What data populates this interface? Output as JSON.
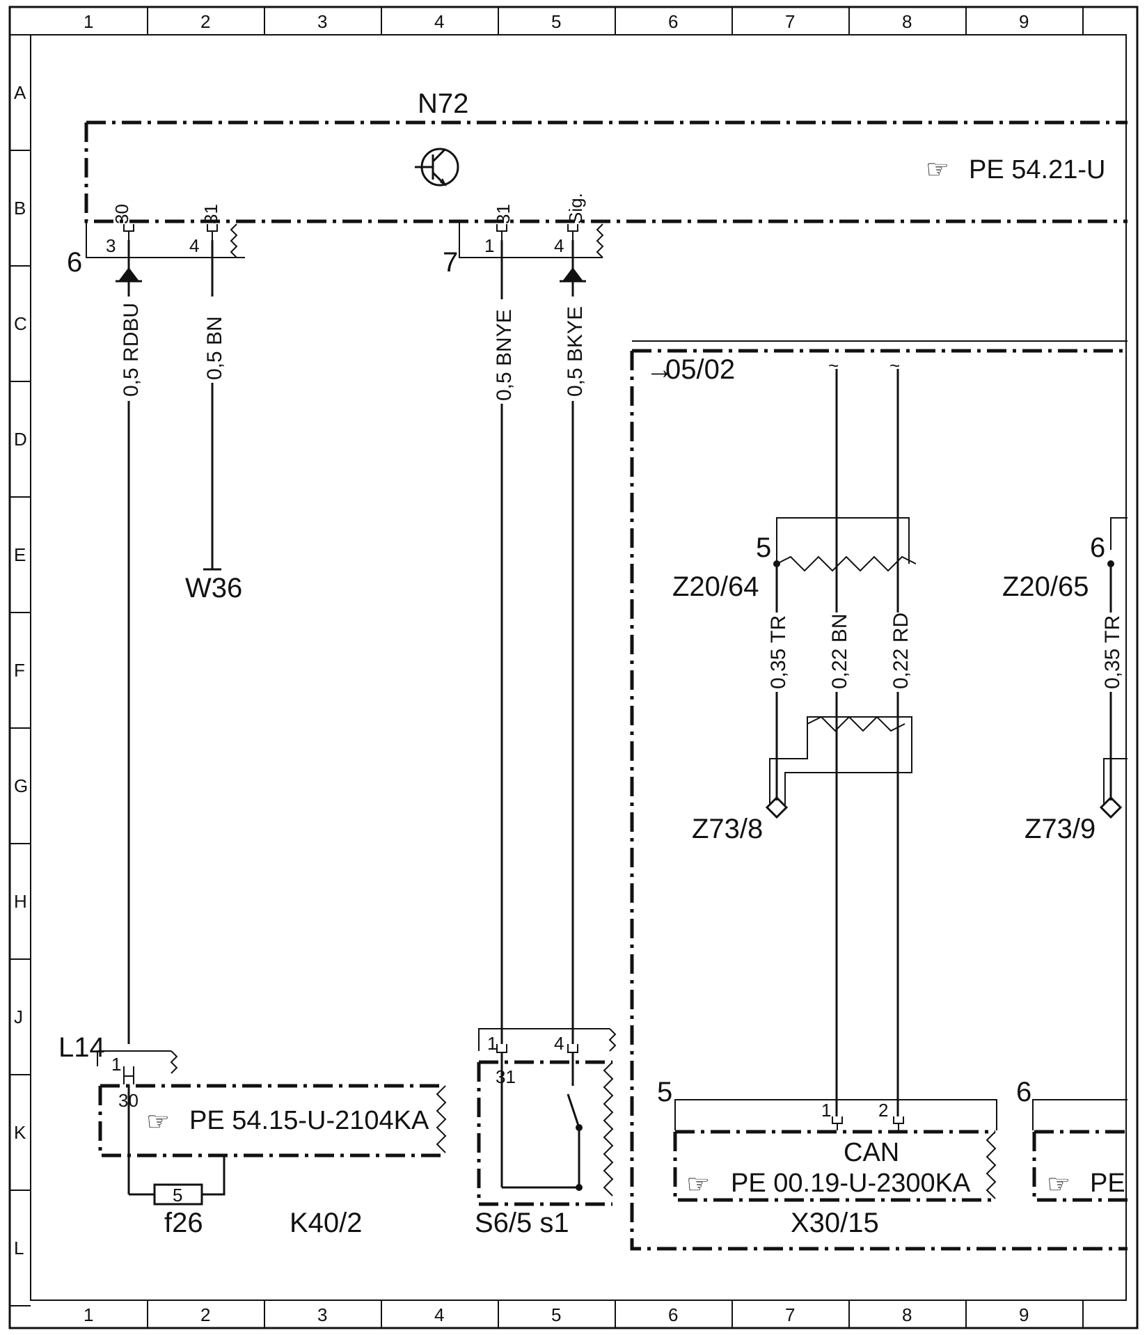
{
  "grid": {
    "columns": [
      "1",
      "2",
      "3",
      "4",
      "5",
      "6",
      "7",
      "8",
      "9"
    ],
    "rows": [
      "A",
      "B",
      "C",
      "D",
      "E",
      "F",
      "G",
      "H",
      "J",
      "K",
      "L"
    ]
  },
  "n72": {
    "label": "N72",
    "ref": "PE 54.21-U",
    "conn6": {
      "label": "6",
      "pin1": "3",
      "pin1_term": "30",
      "pin2": "4",
      "pin2_term": "31"
    },
    "conn7": {
      "label": "7",
      "pin1": "1",
      "pin1_term": "31",
      "pin2": "4",
      "pin2_term": "Sig."
    }
  },
  "wires": {
    "w1": "0,5  RDBU",
    "w2": "0,5  BN",
    "w3": "0,5  BNYE",
    "w4": "0,5  BKYE"
  },
  "w36": {
    "label": "W36"
  },
  "k40": {
    "label": "K40/2",
    "conn_label": "L14",
    "pin": "1",
    "term": "30",
    "ref": "PE  54.15-U-2104KA",
    "fuse_label": "f26",
    "fuse_value": "5"
  },
  "s6": {
    "label": "S6/5  s1",
    "pin1": "1",
    "pin1_term": "31",
    "pin2": "4"
  },
  "block0502": {
    "label": "05/02",
    "z2064": {
      "label": "Z20/64",
      "pin": "5"
    },
    "z2065": {
      "label": "Z20/65",
      "pin": "6"
    },
    "wire_tr": "0,35  TR",
    "wire_bn": "0,22  BN",
    "wire_rd": "0,22  RD",
    "wire_tr2": "0,35  TR",
    "z738": "Z73/8",
    "z739": "Z73/9",
    "x3015": {
      "label": "X30/15",
      "conn_label": "5",
      "pin1": "1",
      "pin2": "2",
      "can": "CAN",
      "ref": "PE  00.19-U-2300KA"
    },
    "x30r": {
      "conn_label": "6",
      "ref": "PE"
    }
  }
}
